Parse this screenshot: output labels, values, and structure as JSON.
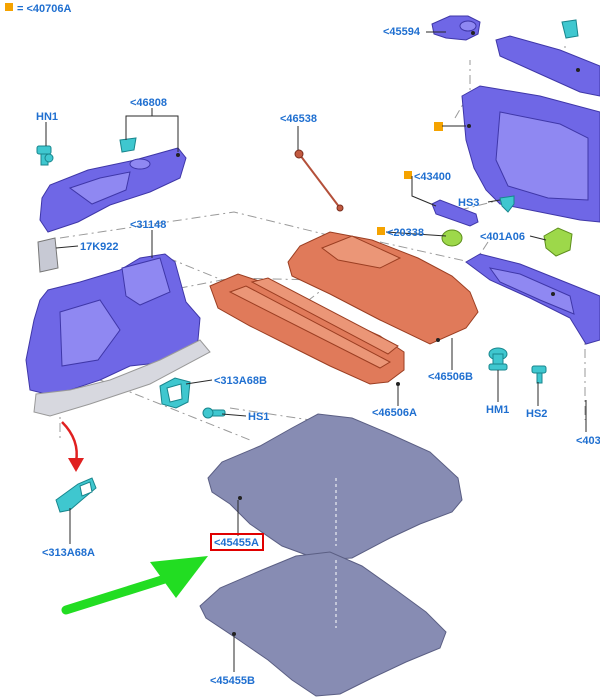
{
  "legend": {
    "swatch_color": "#f5a300",
    "text": "= <40706A"
  },
  "highlight_color": "#e00000",
  "arrow_colors": {
    "green": "#22dd22",
    "red": "#e02020"
  },
  "labels": {
    "p45594": "<45594",
    "p46808": "<46808",
    "hn1": "HN1",
    "p46538": "<46538",
    "p43400": "<43400",
    "hs3": "HS3",
    "p31148": "<31148",
    "p17k922": "17K922",
    "p20338": "<20338",
    "p401a06": "<401A06",
    "p313a68b": "<313A68B",
    "hs1": "HS1",
    "p46506b": "<46506B",
    "p46506a": "<46506A",
    "hm1": "HM1",
    "hs2": "HS2",
    "p403": "<403",
    "p313a68a": "<313A68A",
    "p45455a": "<45455A",
    "p45455b": "<45455B"
  }
}
